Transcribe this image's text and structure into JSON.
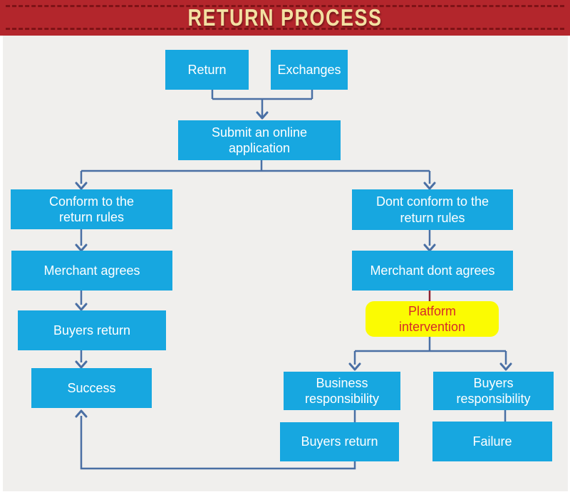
{
  "header": {
    "title": "RETURN PROCESS"
  },
  "colors": {
    "banner_background": "#B3262C",
    "banner_stitch_dash": "#7E1216",
    "banner_title_text": "#F3E0A2",
    "node_fill": "#17A7E0",
    "node_text": "#FFFFFF",
    "highlight_node_fill": "#FBFB02",
    "highlight_node_text": "#D62A2A",
    "connector_blue": "#4A6FA4",
    "connector_red": "#8E2132",
    "canvas_background": "#F0EFED"
  },
  "nodes": {
    "return": {
      "label": "Return"
    },
    "exchanges": {
      "label": "Exchanges"
    },
    "submit": {
      "label": "Submit an online\napplication"
    },
    "conform": {
      "label": "Conform to the\nreturn rules"
    },
    "dont_conform": {
      "label": "Dont conform to the\nreturn rules"
    },
    "merchant_agrees": {
      "label": "Merchant agrees"
    },
    "merchant_dont_agrees": {
      "label": "Merchant dont agrees"
    },
    "platform_intervention": {
      "label": "Platform\nintervention"
    },
    "business_responsibility": {
      "label": "Business\nresponsibility"
    },
    "buyers_responsibility": {
      "label": "Buyers\nresponsibility"
    },
    "buyers_return_left": {
      "label": "Buyers return"
    },
    "success": {
      "label": "Success"
    },
    "buyers_return_right": {
      "label": "Buyers return"
    },
    "failure": {
      "label": "Failure"
    }
  }
}
